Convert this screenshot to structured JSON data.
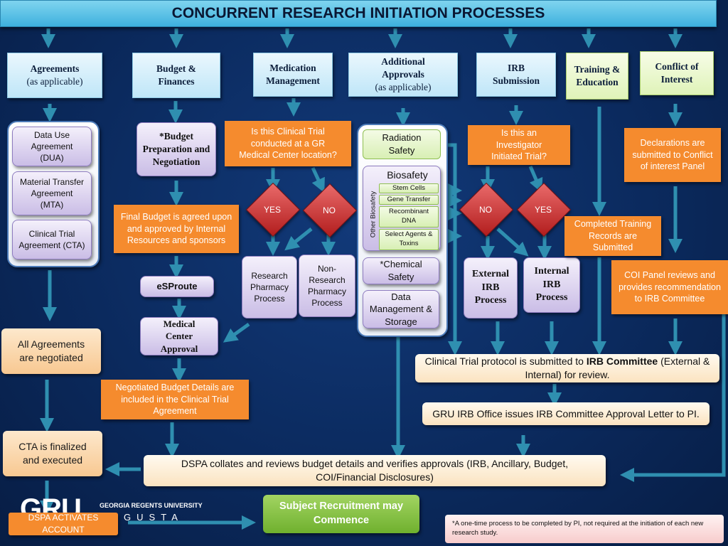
{
  "title": "CONCURRENT RESEARCH INITIATION PROCESSES",
  "columns": {
    "agreements": {
      "title": "Agreements",
      "sub": "(as applicable)"
    },
    "budget": {
      "title": "Budget & Finances"
    },
    "medication": {
      "title": "Medication Management"
    },
    "additional": {
      "title": "Additional Approvals",
      "sub": "(as applicable)"
    },
    "irb": {
      "title": "IRB Submission"
    },
    "training": {
      "title": "Training & Education"
    },
    "coi": {
      "title": "Conflict of Interest"
    }
  },
  "agreements": {
    "dua": "Data Use Agreement (DUA)",
    "mta": "Material Transfer Agreement (MTA)",
    "cta": "Clinical Trial Agreement (CTA)",
    "all_negotiated": "All Agreements are negotiated",
    "cta_finalized": "CTA is finalized and executed",
    "dspa_activates": "DSPA ACTIVATES ACCOUNT"
  },
  "budget": {
    "prep": "*Budget Preparation and Negotiation",
    "final": "Final Budget is agreed upon and approved by Internal Resources and sponsors",
    "esproute": "eSProute",
    "mca": "Medical Center Approval",
    "negotiated": "Negotiated Budget Details are included in the Clinical Trial Agreement"
  },
  "medication": {
    "question": "Is this Clinical Trial conducted at a GR Medical Center location?",
    "yes": "YES",
    "no": "NO",
    "research_pharmacy": "Research Pharmacy Process",
    "non_research_pharmacy": "Non-Research Pharmacy Process"
  },
  "additional": {
    "radiation": "Radiation Safety",
    "biosafety": "Biosafety",
    "other_biosafety": "Other Biosafety",
    "stem_cells": "Stem Cells",
    "gene_transfer": "Gene Transfer",
    "recombinant": "Recombinant DNA",
    "select_agents": "Select Agents & Toxins",
    "chemical": "*Chemical Safety",
    "data_mgmt": "Data Management & Storage"
  },
  "irb": {
    "question": "Is this an Investigator Initiated Trial?",
    "no": "NO",
    "yes": "YES",
    "external": "External IRB Process",
    "internal": "Internal IRB Process",
    "submitted_pre": "Clinical Trial protocol is submitted to ",
    "submitted_bold": "IRB Committee",
    "submitted_post": " (External & Internal) for review.",
    "approval": "GRU IRB Office issues IRB Committee Approval Letter to PI."
  },
  "training": {
    "records": "Completed Training Records are Submitted"
  },
  "coi": {
    "declarations": "Declarations are submitted to Conflict of interest Panel",
    "reviews": "COI Panel reviews and provides recommendation to IRB Committee"
  },
  "dspa": "DSPA collates and reviews budget details and verifies approvals (IRB, Ancillary, Budget, COI/Financial Disclosures)",
  "recruitment": "Subject Recruitment may Commence",
  "footnote": "*A one-time process to be completed by PI, not required at the initiation of each new research study.",
  "logo": {
    "big": "GRU",
    "line1": "GEORGIA REGENTS UNIVERSITY",
    "line2": "AUGUSTA"
  },
  "colors": {
    "arrow": "#2f8fb0",
    "orange": "#f58b2e",
    "background": "#0b2a5e"
  }
}
